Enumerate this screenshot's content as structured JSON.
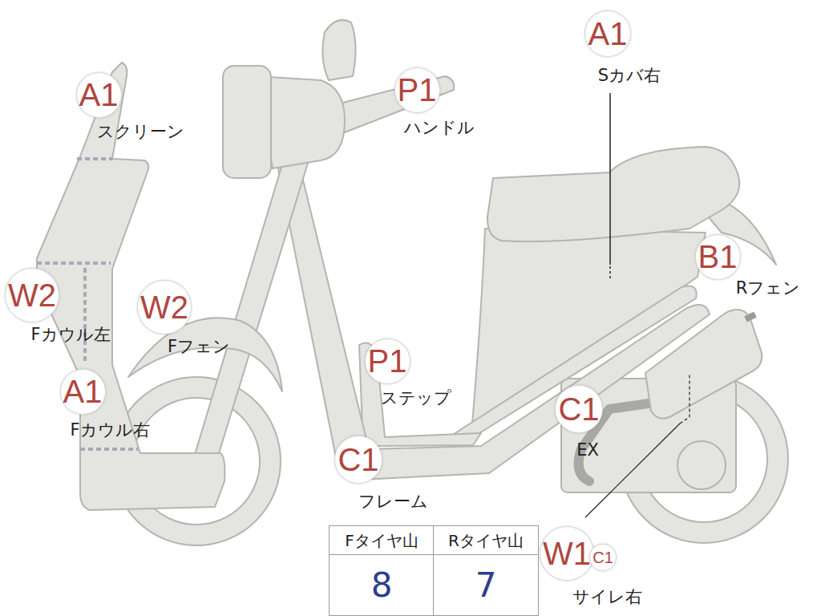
{
  "diagram": {
    "nodes": [
      {
        "text": [
          "A1",
          "Sカバ右"
        ]
      },
      {
        "text": [
          "A1",
          "スクリーン"
        ]
      },
      {
        "text": [
          "P1",
          "ハンドル"
        ]
      },
      {
        "text": [
          "B1",
          "Rフェン"
        ]
      },
      {
        "text": [
          "W2",
          "Fカウル左"
        ]
      },
      {
        "text": [
          "W2",
          "Fフェン"
        ]
      },
      {
        "text": [
          "P1",
          "ステップ"
        ]
      },
      {
        "text": [
          "A1",
          "Fカウル右"
        ]
      },
      {
        "text": [
          "C1",
          "EX"
        ]
      },
      {
        "text": [
          "C1",
          "フレーム"
        ]
      },
      {
        "text": [
          "W1",
          "サイレ右"
        ]
      },
      {
        "text": [
          "C1"
        ]
      }
    ],
    "labels": [
      "Fタイヤ山",
      "Rタイヤ山",
      "8",
      "7"
    ]
  }
}
